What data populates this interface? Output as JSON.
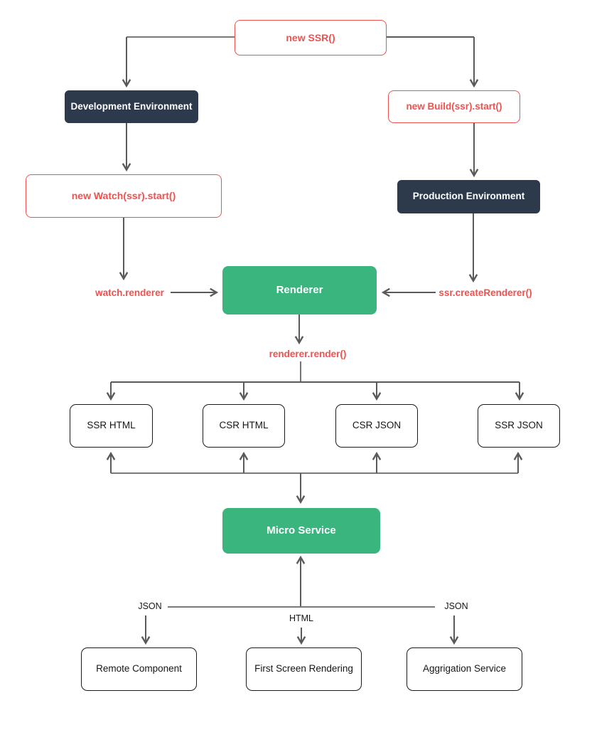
{
  "nodes": {
    "new_ssr": "new SSR()",
    "dev_env": "Development Environment",
    "build_start": "new Build(ssr).start()",
    "watch_start": "new Watch(ssr).start()",
    "prod_env": "Production Environment",
    "renderer": "Renderer",
    "ssr_html": "SSR HTML",
    "csr_html": "CSR HTML",
    "csr_json": "CSR JSON",
    "ssr_json": "SSR JSON",
    "micro_service": "Micro Service",
    "remote_component": "Remote Component",
    "first_screen_rendering": "First Screen Rendering",
    "aggrigation_service": "Aggrigation Service"
  },
  "labels": {
    "watch_renderer": "watch.renderer",
    "ssr_create_renderer": "ssr.createRenderer()",
    "renderer_render": "renderer.render()",
    "json_left": "JSON",
    "html": "HTML",
    "json_right": "JSON"
  },
  "colors": {
    "accent_red": "#f0514e",
    "dark_navy": "#2c3a4c",
    "green": "#3ab57d",
    "line_gray": "#5a5a5a",
    "line_dark": "#2a2a2a",
    "text_dark": "#161616",
    "background": "#ffffff"
  }
}
